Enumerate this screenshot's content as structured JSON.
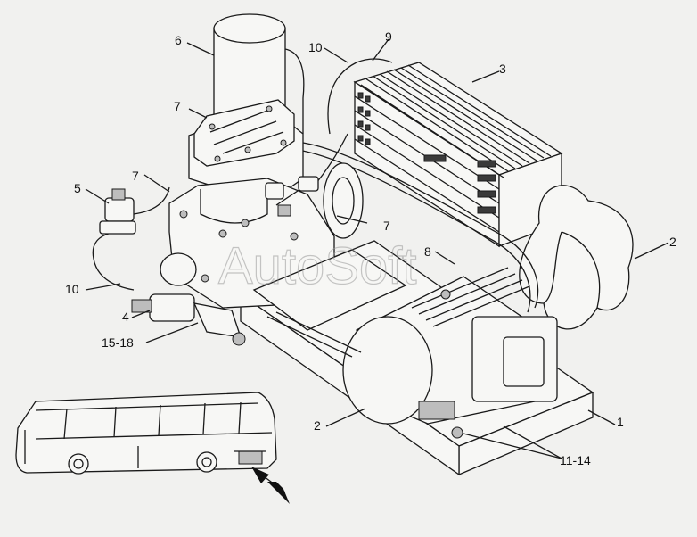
{
  "watermark": "AutoSoft",
  "callouts": {
    "c1": "1",
    "c2a": "2",
    "c2b": "2",
    "c3": "3",
    "c4": "4",
    "c5": "5",
    "c6": "6",
    "c7a": "7",
    "c7b": "7",
    "c7c": "7",
    "c8": "8",
    "c9": "9",
    "c10a": "10",
    "c10b": "10",
    "c11_14": "11-14",
    "c15_18": "15-18"
  },
  "icons": {
    "locator_arrow": "arrow-pointer-icon"
  }
}
